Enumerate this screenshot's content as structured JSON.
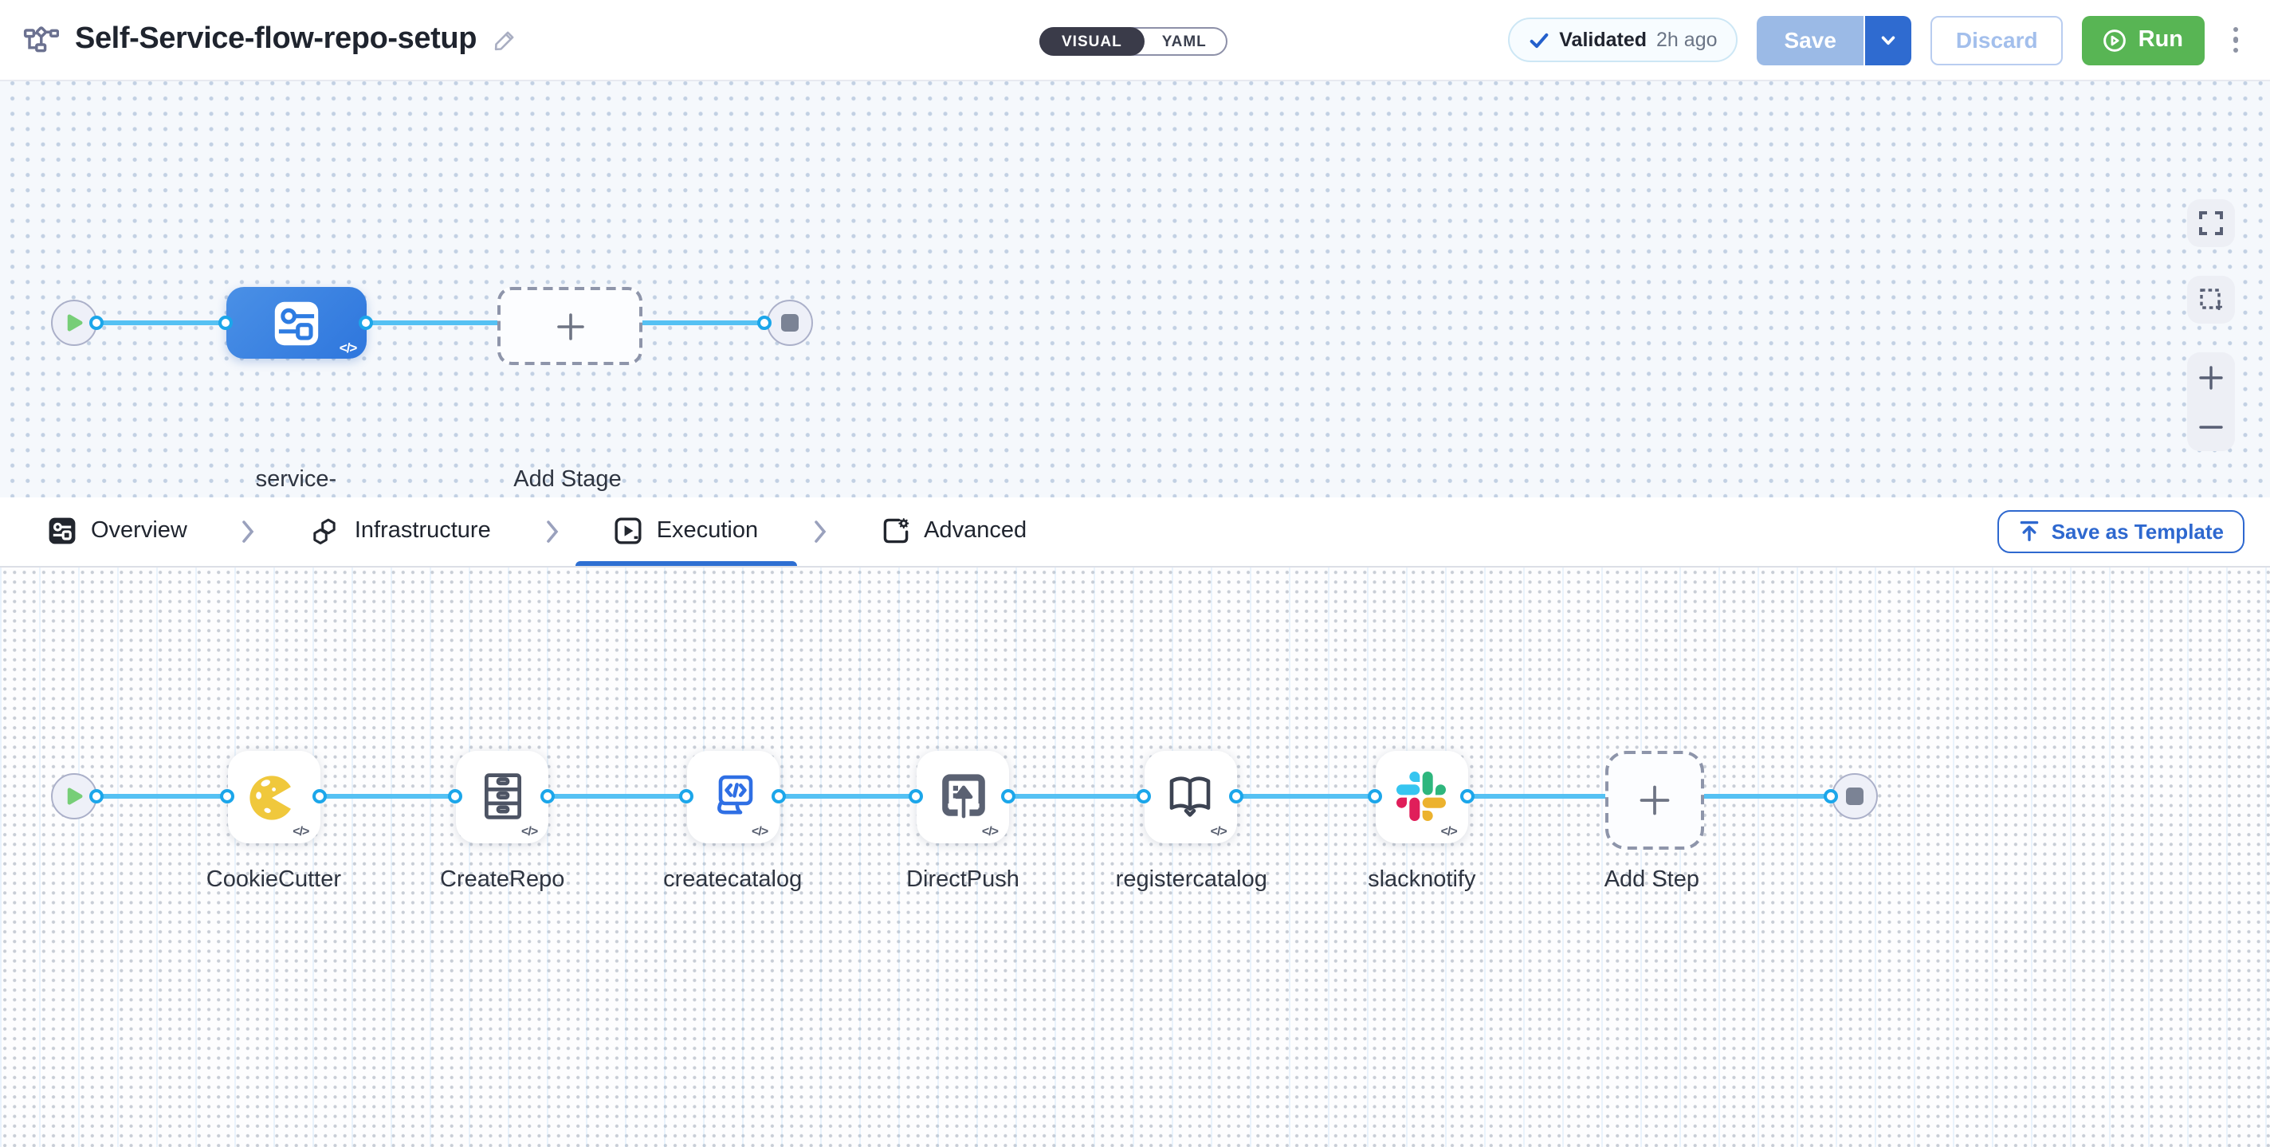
{
  "header": {
    "title": "Self-Service-flow-repo-setup",
    "mode_toggle": {
      "visual_label": "VISUAL",
      "yaml_label": "YAML",
      "active": "VISUAL"
    },
    "validated_badge": {
      "label": "Validated",
      "time": "2h ago"
    },
    "buttons": {
      "save": "Save",
      "discard": "Discard",
      "run": "Run"
    }
  },
  "stage_pipeline": {
    "stage_label": "service-onboarding",
    "add_stage_label": "Add Stage",
    "code_badge": "</>"
  },
  "tabs": {
    "items": [
      {
        "label": "Overview",
        "icon": "stage-icon",
        "active": false
      },
      {
        "label": "Infrastructure",
        "icon": "hexagons-icon",
        "active": false
      },
      {
        "label": "Execution",
        "icon": "play-square-icon",
        "active": true
      },
      {
        "label": "Advanced",
        "icon": "doc-gear-icon",
        "active": false
      }
    ],
    "save_as_template": "Save as Template"
  },
  "execution_pipeline": {
    "steps": [
      {
        "label": "CookieCutter",
        "icon": "cookiecutter-icon"
      },
      {
        "label": "CreateRepo",
        "icon": "drawers-icon"
      },
      {
        "label": "createcatalog",
        "icon": "code-doc-icon"
      },
      {
        "label": "DirectPush",
        "icon": "upload-box-icon"
      },
      {
        "label": "registercatalog",
        "icon": "open-book-icon"
      },
      {
        "label": "slacknotify",
        "icon": "slack-icon"
      }
    ],
    "add_step_label": "Add Step",
    "code_badge": "</>"
  },
  "colors": {
    "accent_blue": "#2e6fd2",
    "edge_blue": "#55c1f3",
    "port_blue": "#1ba6ea",
    "stage_blue": "#3b82e0",
    "run_green": "#58b554",
    "save_disabled_blue": "#9bbae6",
    "save_caret_blue": "#2f6bd0",
    "validated_check_blue": "#2460cc",
    "cookie_yellow": "#f0c83c",
    "icon_slate": "#5a6172",
    "slack_blue": "#36C5F0",
    "slack_green": "#2EB67D",
    "slack_red": "#E01E5A",
    "slack_yellow": "#ECB22E"
  }
}
